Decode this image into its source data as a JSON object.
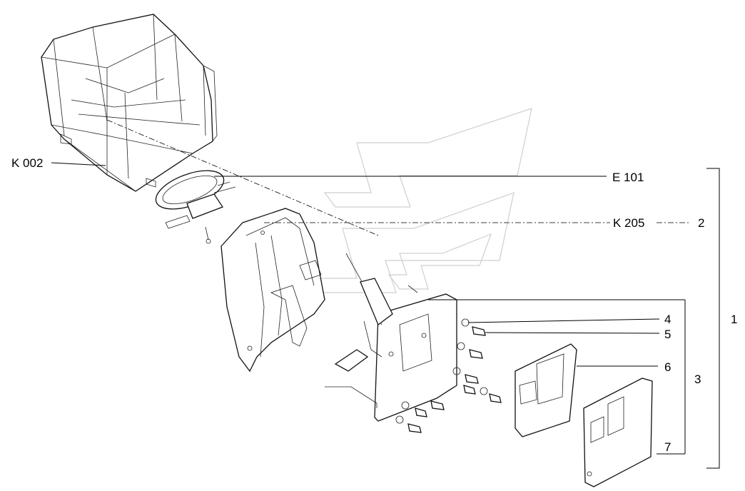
{
  "callouts": {
    "k002": "K 002",
    "e101": "E 101",
    "k205": "K 205",
    "n2": "2",
    "n4": "4",
    "n5": "5",
    "n6": "6",
    "n3": "3",
    "n1": "1",
    "n7": "7"
  },
  "colors": {
    "line": "#000000",
    "watermark": "#cfcfcf",
    "background": "#ffffff"
  }
}
